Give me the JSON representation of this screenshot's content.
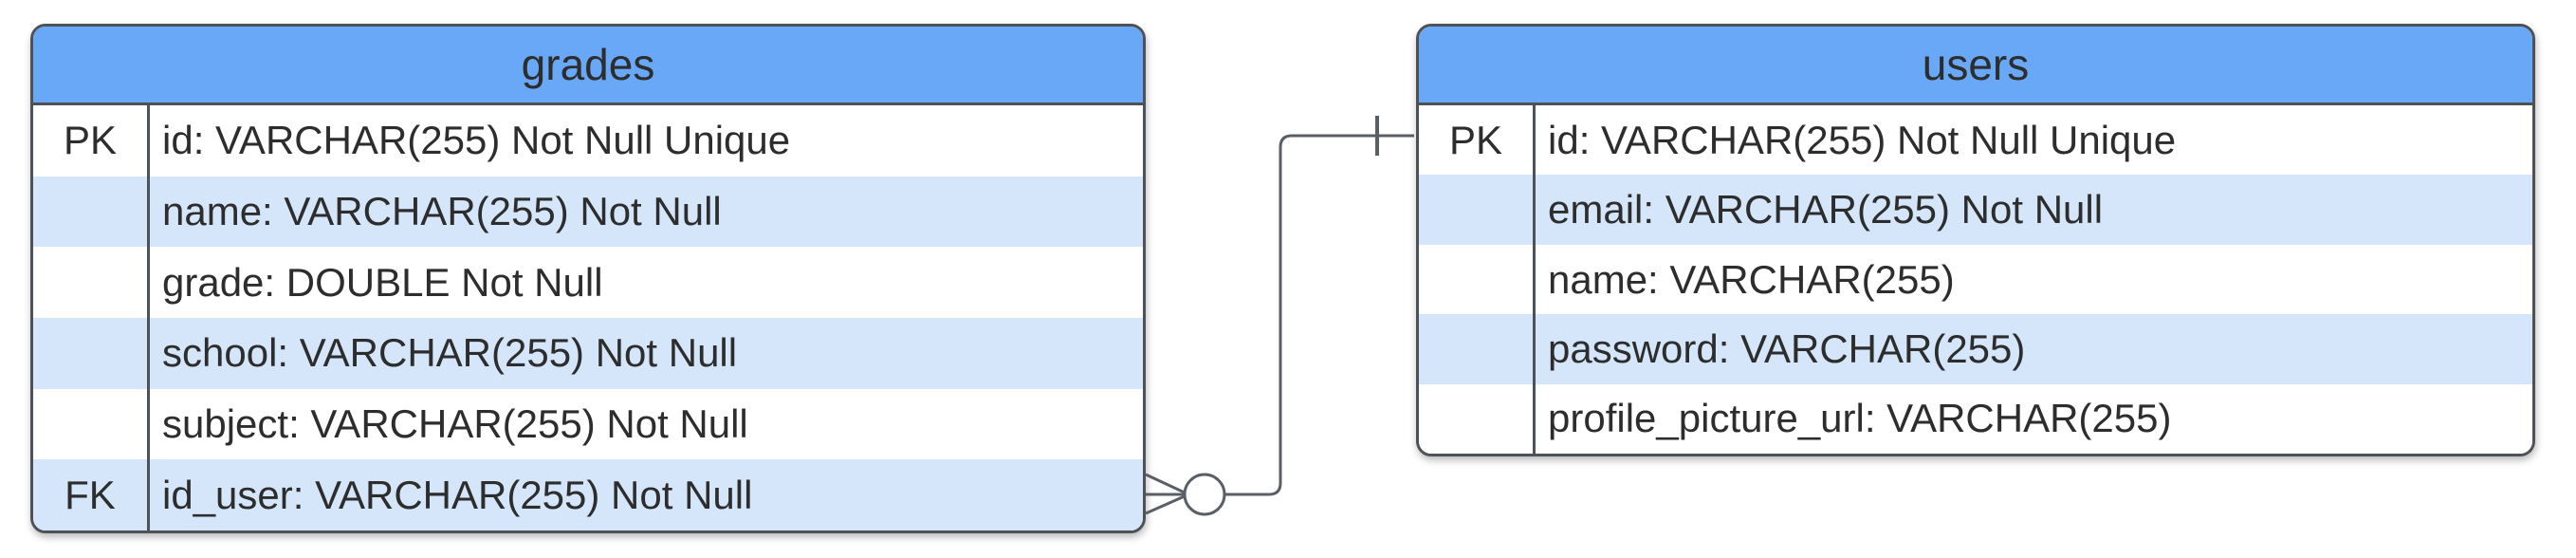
{
  "diagram": {
    "type": "entity-relationship-diagram",
    "background_color": "#ffffff"
  },
  "colors": {
    "header_fill": "#68a8f6",
    "row_alt_fill": "#d5e6fb",
    "row_fill": "#ffffff",
    "border": "#4d5158",
    "connector": "#5a5f66",
    "text": "#2d2d2d"
  },
  "entities": [
    {
      "title": "grades",
      "rows": [
        {
          "key": "PK",
          "field": "id: VARCHAR(255) Not Null Unique"
        },
        {
          "key": "",
          "field": "name: VARCHAR(255) Not Null"
        },
        {
          "key": "",
          "field": "grade: DOUBLE Not Null"
        },
        {
          "key": "",
          "field": "school: VARCHAR(255) Not Null"
        },
        {
          "key": "",
          "field": "subject: VARCHAR(255) Not Null"
        },
        {
          "key": "FK",
          "field": "id_user: VARCHAR(255) Not Null"
        }
      ]
    },
    {
      "title": "users",
      "rows": [
        {
          "key": "PK",
          "field": "id: VARCHAR(255) Not Null Unique"
        },
        {
          "key": "",
          "field": "email: VARCHAR(255) Not Null"
        },
        {
          "key": "",
          "field": "name: VARCHAR(255)"
        },
        {
          "key": "",
          "field": "password: VARCHAR(255)"
        },
        {
          "key": "",
          "field": "profile_picture_url: VARCHAR(255)"
        }
      ]
    }
  ],
  "relationship": {
    "from_entity": "grades",
    "from_field": "id_user",
    "from_cardinality": "zero-or-many",
    "to_entity": "users",
    "to_field": "id",
    "to_cardinality": "one"
  }
}
